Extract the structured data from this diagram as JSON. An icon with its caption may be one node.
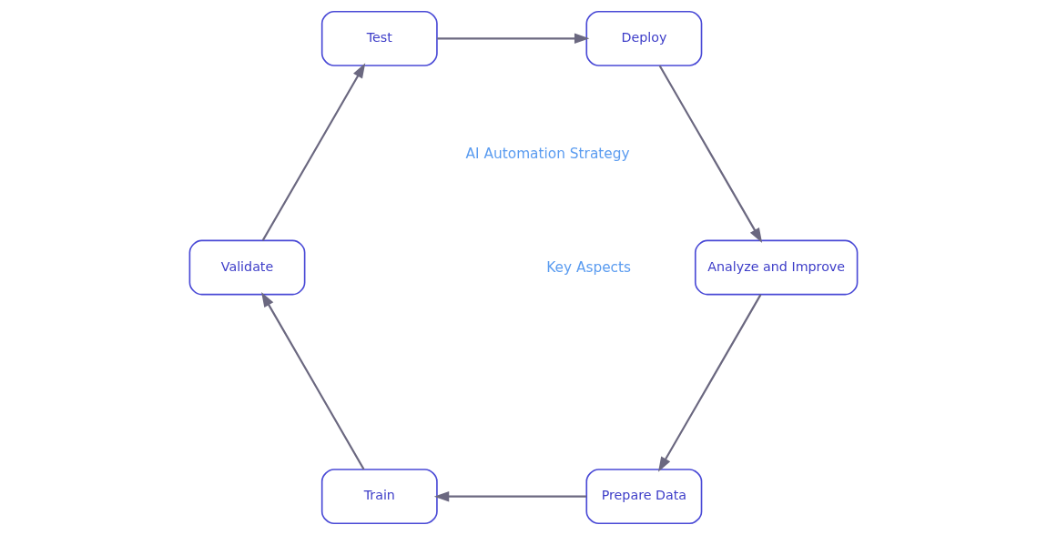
{
  "diagram": {
    "nodes": [
      {
        "text": [
          "Prepare Data"
        ]
      },
      {
        "text": [
          "Train"
        ]
      },
      {
        "text": [
          "Validate"
        ]
      },
      {
        "text": [
          "Test"
        ]
      },
      {
        "text": [
          "Deploy"
        ]
      },
      {
        "text": [
          "Analyze and Improve"
        ]
      }
    ],
    "edges": [
      {
        "from": 0,
        "to": 1,
        "arrow": "to"
      },
      {
        "from": 1,
        "to": 2,
        "arrow": "to"
      },
      {
        "from": 2,
        "to": 3,
        "arrow": "to"
      },
      {
        "from": 3,
        "to": 4,
        "arrow": "to"
      },
      {
        "from": 4,
        "to": 5,
        "arrow": "to"
      },
      {
        "from": 5,
        "to": 0,
        "arrow": "to"
      }
    ],
    "labels": [
      "Key Aspects",
      "AI Automation Strategy"
    ]
  }
}
